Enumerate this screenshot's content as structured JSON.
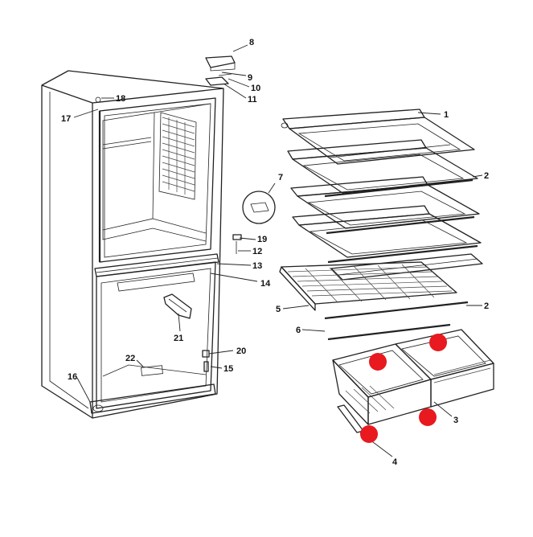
{
  "labels": {
    "l1": "1",
    "l2a": "2",
    "l2b": "2",
    "l3": "3",
    "l4": "4",
    "l5": "5",
    "l6": "6",
    "l7": "7",
    "l8": "8",
    "l9": "9",
    "l10": "10",
    "l11": "11",
    "l12": "12",
    "l13": "13",
    "l14": "14",
    "l15": "15",
    "l16": "16",
    "l17": "17",
    "l18": "18",
    "l19": "19",
    "l20": "20",
    "l21": "21",
    "l22": "22"
  },
  "colors": {
    "marker": "#e8191f",
    "line": "#222222"
  }
}
